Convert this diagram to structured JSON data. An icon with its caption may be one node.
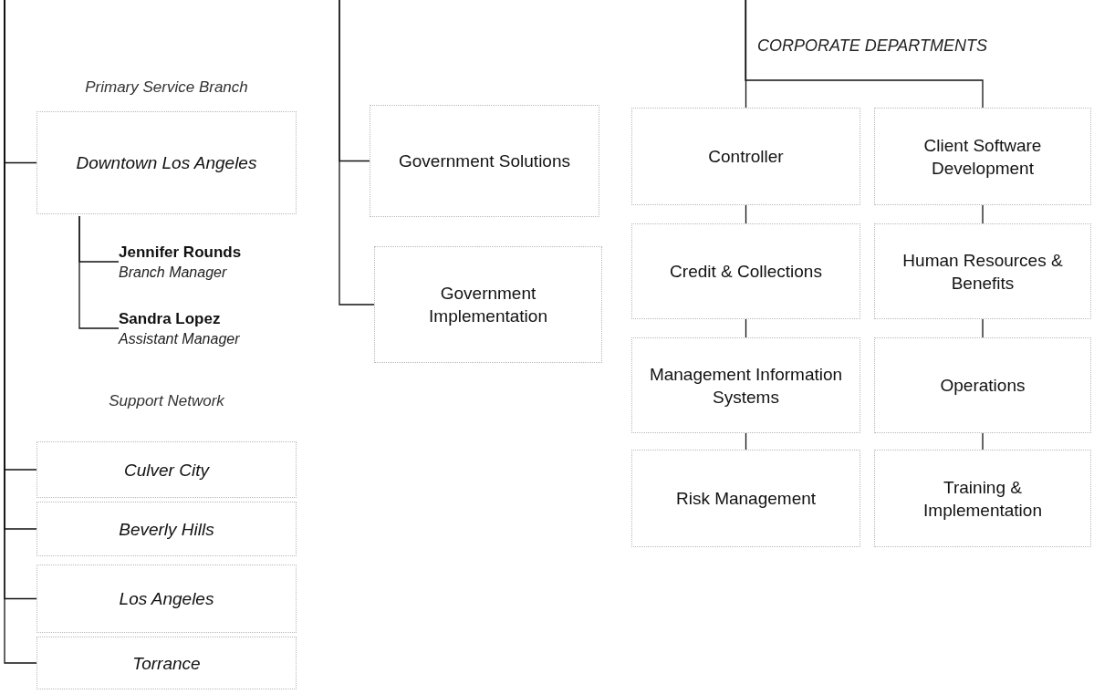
{
  "diagram": {
    "nodes": [
      {
        "text": [
          "Downtown Los Angeles"
        ]
      },
      {
        "text": [
          "Jennifer Rounds",
          "Branch Manager"
        ]
      },
      {
        "text": [
          "Sandra Lopez",
          "Assistant Manager"
        ]
      },
      {
        "text": [
          "Culver City"
        ]
      },
      {
        "text": [
          "Beverly Hills"
        ]
      },
      {
        "text": [
          "Los Angeles"
        ]
      },
      {
        "text": [
          "Torrance"
        ]
      },
      {
        "text": [
          "Government Solutions"
        ]
      },
      {
        "text": [
          "Government Implementation"
        ]
      },
      {
        "text": [
          "Controller"
        ]
      },
      {
        "text": [
          "Client Software Development"
        ]
      },
      {
        "text": [
          "Credit & Collections"
        ]
      },
      {
        "text": [
          "Human Resources & Benefits"
        ]
      },
      {
        "text": [
          "Management Information Systems"
        ]
      },
      {
        "text": [
          "Operations"
        ]
      },
      {
        "text": [
          "Risk Management"
        ]
      },
      {
        "text": [
          "Training & Implementation"
        ]
      }
    ],
    "edges": [
      {
        "from": null,
        "to": 0,
        "arrow": "none"
      },
      {
        "from": 0,
        "to": 1,
        "arrow": "none"
      },
      {
        "from": 0,
        "to": 2,
        "arrow": "none"
      },
      {
        "from": null,
        "to": 3,
        "arrow": "none"
      },
      {
        "from": null,
        "to": 4,
        "arrow": "none"
      },
      {
        "from": null,
        "to": 5,
        "arrow": "none"
      },
      {
        "from": null,
        "to": 6,
        "arrow": "none"
      },
      {
        "from": null,
        "to": 7,
        "arrow": "none"
      },
      {
        "from": null,
        "to": 8,
        "arrow": "none"
      },
      {
        "from": null,
        "to": 9,
        "arrow": "none"
      },
      {
        "from": null,
        "to": 10,
        "arrow": "none"
      },
      {
        "from": 9,
        "to": 11,
        "arrow": "none"
      },
      {
        "from": 11,
        "to": 13,
        "arrow": "none"
      },
      {
        "from": 13,
        "to": 15,
        "arrow": "none"
      },
      {
        "from": 10,
        "to": 12,
        "arrow": "none"
      },
      {
        "from": 12,
        "to": 14,
        "arrow": "none"
      },
      {
        "from": 14,
        "to": 16,
        "arrow": "none"
      }
    ],
    "labels": [
      "Primary Service Branch",
      "Support Network",
      "CORPORATE DEPARTMENTS"
    ]
  }
}
